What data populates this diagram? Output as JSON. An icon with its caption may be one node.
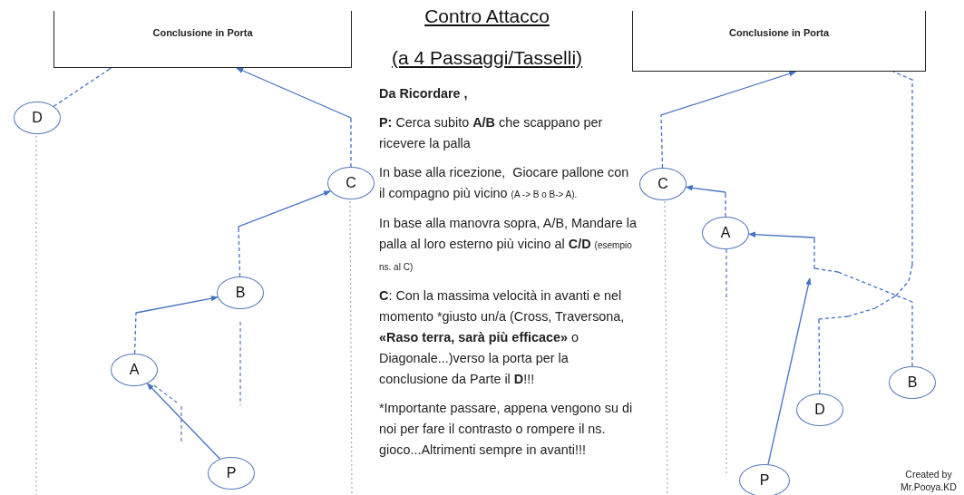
{
  "diagram": {
    "title": "Contro Attacco",
    "nodes": [
      {
        "text": [
          "Conclusione in Porta"
        ]
      },
      {
        "text": [
          "D"
        ]
      },
      {
        "text": [
          "C"
        ]
      },
      {
        "text": [
          "B"
        ]
      },
      {
        "text": [
          "A"
        ]
      },
      {
        "text": [
          "P"
        ]
      },
      {
        "text": [
          "Conclusione in Porta"
        ]
      },
      {
        "text": [
          "C"
        ]
      },
      {
        "text": [
          "A"
        ]
      },
      {
        "text": [
          "B"
        ]
      },
      {
        "text": [
          "D"
        ]
      },
      {
        "text": [
          "P"
        ]
      }
    ],
    "edges": [
      {
        "from": 5,
        "to": 4,
        "arrow": "to"
      },
      {
        "from": 4,
        "to": 3,
        "arrow": "to"
      },
      {
        "from": 3,
        "to": 2,
        "arrow": "to"
      },
      {
        "from": 2,
        "to": 0,
        "arrow": "to"
      },
      {
        "from": 1,
        "to": 0,
        "arrow": "none",
        "style": "dashed"
      },
      {
        "from": 7,
        "to": 6,
        "arrow": "to"
      },
      {
        "from": 8,
        "to": 7,
        "arrow": "to"
      },
      {
        "from": 9,
        "to": 8,
        "arrow": "to"
      },
      {
        "from": 11,
        "to": null,
        "arrow": "to"
      },
      {
        "from": 10,
        "to": 6,
        "arrow": "none",
        "style": "dashed"
      }
    ],
    "labels": [
      "(a 4 Passaggi/Tasselli)",
      "Da Ricordare ,",
      "**P:** Cerca subito **A/B** che scappano per ricevere la palla",
      "In base alla ricezione,  Giocare pallone con il compagno più vicino",
      "(A -> B o B-> A).",
      "In base alla manovra sopra, A/B, Mandare la palla al loro esterno più vicino al **C/D**",
      "(esempio ns. al C)",
      "**C**: Con la massima velocità in avanti e nel momento *giusto un/a (Cross, Traversona, **«Raso terra, sarà più efficace»** o Diagonale...)verso la porta per la conclusione da Parte il **D**!!!",
      "*Importante passare, appena vengono su di noi per fare il contrasto o rompere il ns. gioco...Altrimenti sempre in avanti!!!",
      "Created by Mr.Pooya.KD"
    ]
  }
}
